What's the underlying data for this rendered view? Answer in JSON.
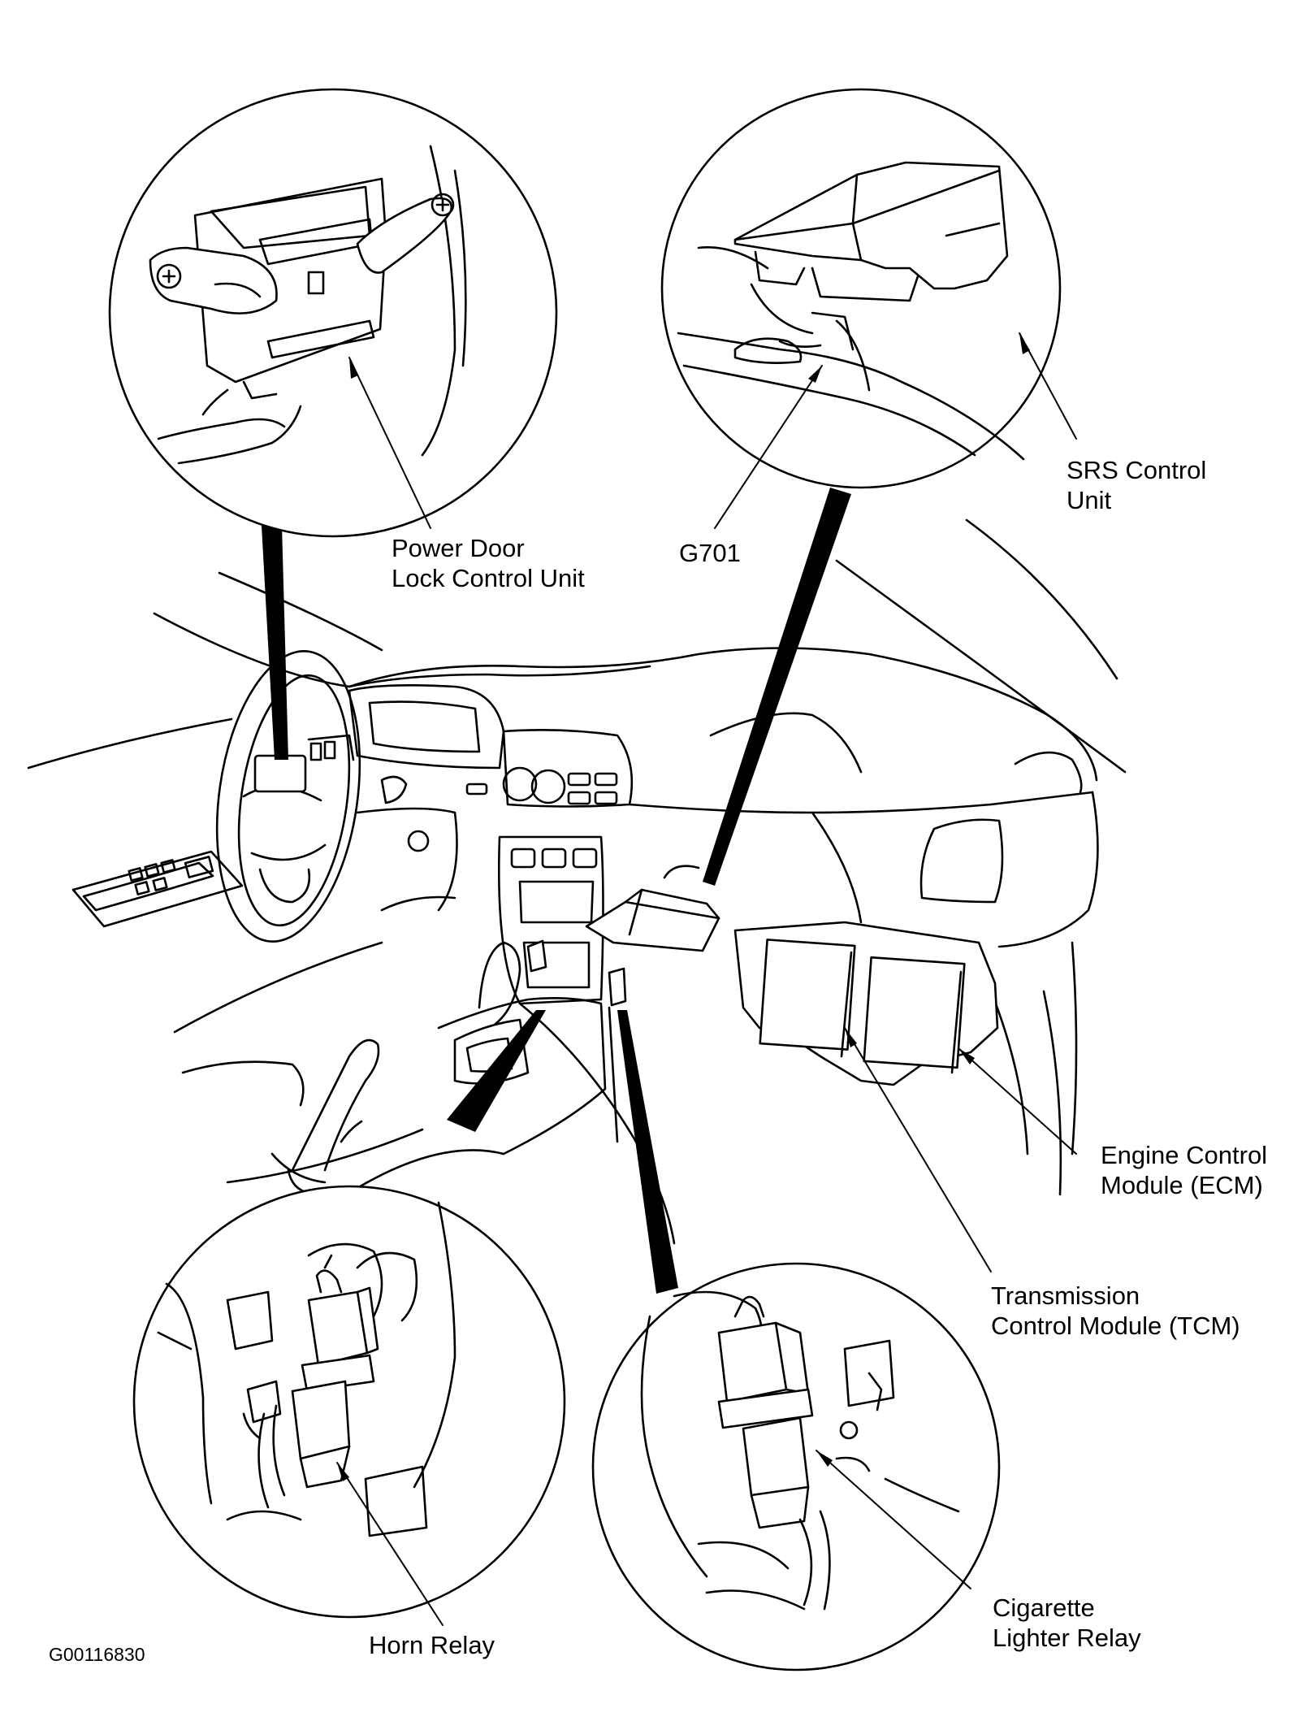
{
  "labels": {
    "power_door_lock": [
      "Power Door",
      "Lock Control Unit"
    ],
    "g701": "G701",
    "srs": [
      "SRS Control",
      "Unit"
    ],
    "ecm": [
      "Engine Control",
      "Module (ECM)"
    ],
    "tcm": [
      "Transmission",
      "Control Module (TCM)"
    ],
    "cigarette": [
      "Cigarette",
      "Lighter Relay"
    ],
    "horn": "Horn Relay"
  },
  "figure_code": "G00116830"
}
